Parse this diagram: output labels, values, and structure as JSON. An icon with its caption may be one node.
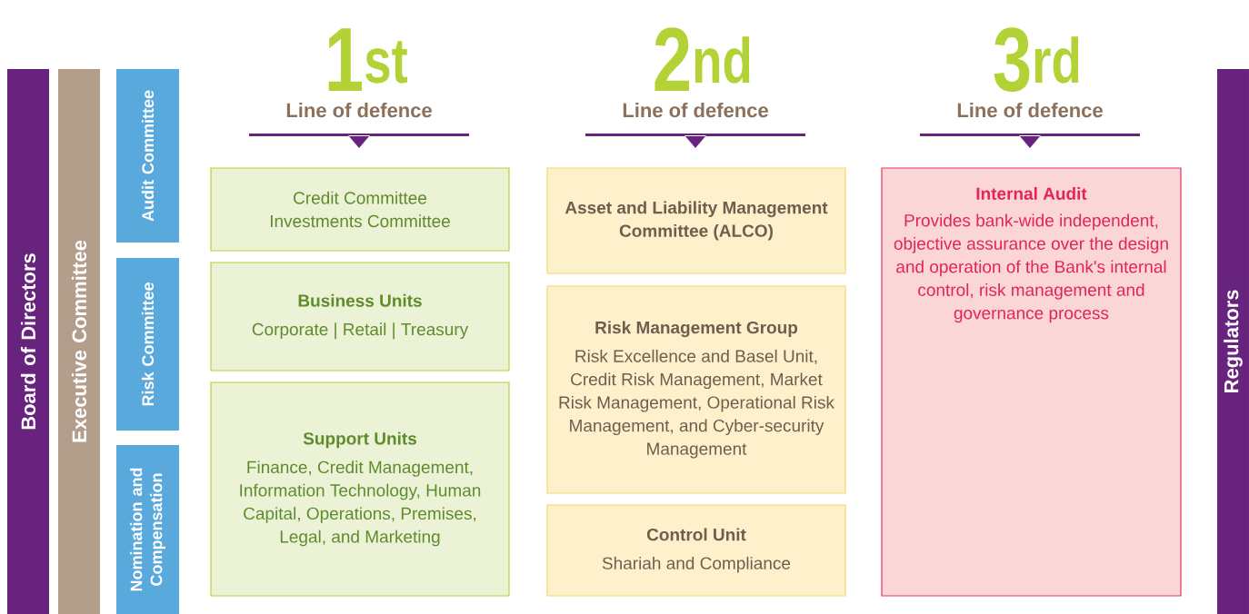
{
  "diagram": {
    "nodes": [
      {
        "text": [
          "Board of Directors"
        ]
      },
      {
        "text": [
          "Executive Committee"
        ]
      },
      {
        "text": [
          "Audit Committee"
        ]
      },
      {
        "text": [
          "Risk Committee"
        ]
      },
      {
        "text": [
          "Nomination and Compensation"
        ]
      },
      {
        "text": [
          "Credit Committee",
          "Investments Committee"
        ]
      },
      {
        "text": [
          "Business Units",
          "Corporate | Retail | Treasury"
        ]
      },
      {
        "text": [
          "Support Units",
          "Finance, Credit Management, Information Technology, Human Capital, Operations, Premises, Legal, and Marketing"
        ]
      },
      {
        "text": [
          "Asset and Liability Management Committee (ALCO)"
        ]
      },
      {
        "text": [
          "Risk Management Group",
          "Risk Excellence and Basel Unit, Credit Risk Management, Market Risk Management, Operational Risk Management, and Cyber-security Management"
        ]
      },
      {
        "text": [
          "Control Unit",
          "Shariah and Compliance"
        ]
      },
      {
        "text": [
          "Internal Audit",
          "Provides bank-wide independent, objective assurance over the design and operation of the Bank's internal control, risk management and governance process"
        ]
      },
      {
        "text": [
          "Regulators"
        ]
      }
    ],
    "edges": [],
    "labels": [
      "1$^{st}$",
      "Line of defence",
      "2$^{nd}$",
      "Line of defence",
      "3$^{rd}$",
      "Line of defence"
    ]
  }
}
